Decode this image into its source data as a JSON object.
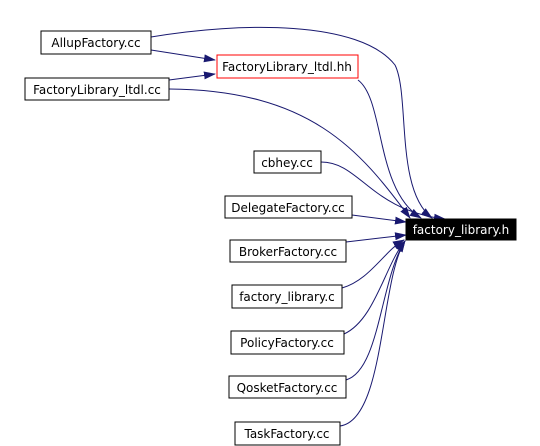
{
  "colors": {
    "edge": "#191970",
    "node_border": "#000000",
    "node_highlight_border": "#ff0000",
    "target_fill": "#000000",
    "target_text": "#ffffff",
    "text": "#000000"
  },
  "nodes": {
    "allup": "AllupFactory.cc",
    "ltdl_hh": "FactoryLibrary_ltdl.hh",
    "ltdl_cc": "FactoryLibrary_ltdl.cc",
    "cbhey": "cbhey.cc",
    "delegate": "DelegateFactory.cc",
    "broker": "BrokerFactory.cc",
    "fl_c": "factory_library.c",
    "policy": "PolicyFactory.cc",
    "qosket": "QosketFactory.cc",
    "task": "TaskFactory.cc",
    "target": "factory_library.h"
  }
}
